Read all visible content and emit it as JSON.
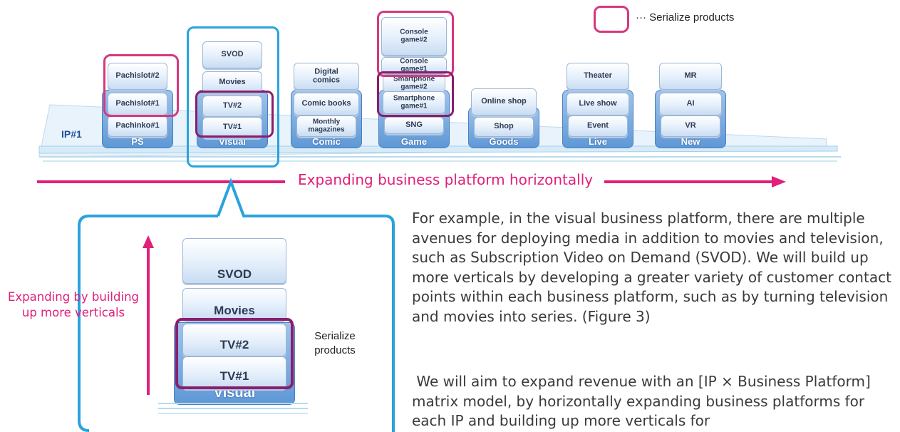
{
  "legend": {
    "label": "··· Serialize products",
    "box_color": "#d6387f"
  },
  "ip_label": "IP#1",
  "platforms": [
    {
      "name": "PS",
      "blocks": [
        "Pachinko#1",
        "Pachislot#1",
        "Pachislot#2"
      ]
    },
    {
      "name": "Visual",
      "blocks": [
        "TV#1",
        "TV#2",
        "Movies",
        "SVOD"
      ]
    },
    {
      "name": "Comic",
      "blocks": [
        "Monthly magazines",
        "Comic books",
        "Digital comics"
      ]
    },
    {
      "name": "Game",
      "blocks": [
        "SNG",
        "Smartphone game#1",
        "Smartphone game#2",
        "Console game#1",
        "Console game#2"
      ]
    },
    {
      "name": "Goods",
      "blocks": [
        "Shop",
        "Online shop"
      ]
    },
    {
      "name": "Live",
      "blocks": [
        "Event",
        "Live show",
        "Theater"
      ]
    },
    {
      "name": "New",
      "blocks": [
        "VR",
        "AI",
        "MR"
      ]
    }
  ],
  "horizontal_arrow_label": "Expanding business platform horizontally",
  "detail": {
    "vertical_label": "Expanding by building up more verticals",
    "serialize_label": "Serialize products",
    "platform": "Visual",
    "blocks": [
      "TV#1",
      "TV#2",
      "Movies",
      "SVOD"
    ]
  },
  "paragraphs": [
    "For example, in the visual business platform, there are multiple avenues for deploying media in addition to movies and television, such as Subscription Video on Demand (SVOD). We will build up more verticals by developing a greater variety of customer contact points within each business platform, such as by turning television and movies into series. (Figure 3)",
    " We will aim to expand revenue with an [IP × Business Platform] matrix model, by horizontally expanding business platforms for each IP and building up more verticals for"
  ],
  "colors": {
    "accent_pink": "#e0207a",
    "accent_blue": "#29a3de",
    "serial_purple": "#8a1d6c"
  }
}
